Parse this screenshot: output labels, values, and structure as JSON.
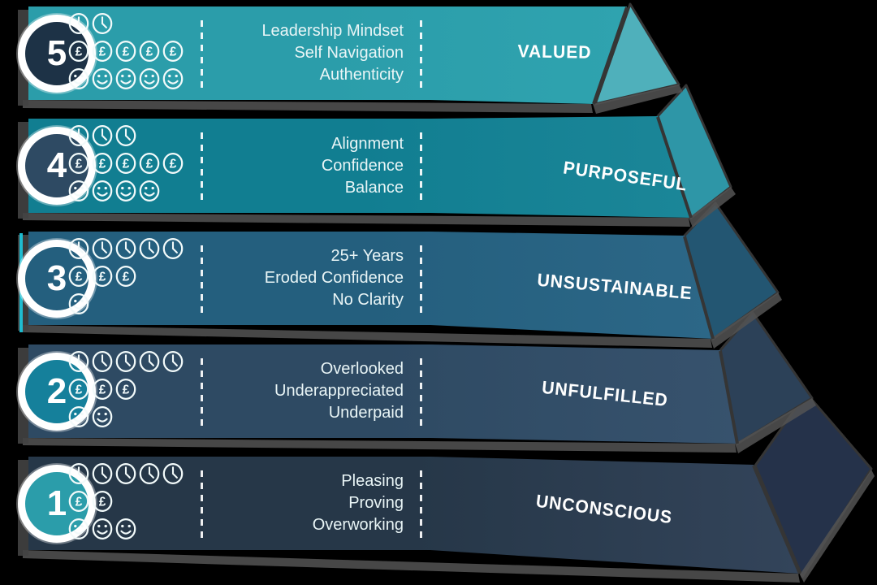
{
  "levels": [
    {
      "number": "5",
      "label": "VALUED",
      "texts": [
        "Leadership Mindset",
        "Self Navigation",
        "Authenticity"
      ],
      "icons": {
        "clock": 2,
        "pound": 5,
        "smiley": 5
      },
      "band_color": "#2B9DAA",
      "front_color": "#2FA3AF",
      "side_color": "#4FB0BB",
      "badge_color": "#1D3246"
    },
    {
      "number": "4",
      "label": "PURPOSEFUL",
      "texts": [
        "Alignment",
        "Confidence",
        "Balance"
      ],
      "icons": {
        "clock": 3,
        "pound": 5,
        "smiley": 4
      },
      "band_color": "#117E91",
      "front_color": "#1B8698",
      "side_color": "#2E96A7",
      "badge_color": "#2E4A63"
    },
    {
      "number": "3",
      "label": "UNSUSTAINABLE",
      "texts": [
        "25+ Years",
        "Eroded Confidence",
        "No Clarity"
      ],
      "icons": {
        "clock": 5,
        "pound": 3,
        "smiley": 1
      },
      "band_color": "#245F7E",
      "front_color": "#2C6787",
      "side_color": "#235672",
      "badge_color": "#245F7E"
    },
    {
      "number": "2",
      "label": "UNFULFILLED",
      "texts": [
        "Overlooked",
        "Underappreciated",
        "Underpaid"
      ],
      "icons": {
        "clock": 5,
        "pound": 3,
        "smiley": 2
      },
      "band_color": "#2E4A63",
      "front_color": "#37526D",
      "side_color": "#2C4158",
      "badge_color": "#15809B"
    },
    {
      "number": "1",
      "label": "UNCONSCIOUS",
      "texts": [
        "Pleasing",
        "Proving",
        "Overworking"
      ],
      "icons": {
        "clock": 5,
        "pound": 2,
        "smiley": 3
      },
      "band_color": "#263748",
      "front_color": "#33445A",
      "side_color": "#25324A",
      "badge_color": "#2B9DAA"
    }
  ],
  "colors": {
    "icon_stroke": "#F2FAFA",
    "row_text": "#E9F5F6",
    "label_text": "#FFFFFF",
    "ring": "#FFFFFF",
    "gap_shadow": "#545454",
    "crack": "#353535",
    "accent_cyan": "#1EC3D8",
    "background": "#000000"
  }
}
